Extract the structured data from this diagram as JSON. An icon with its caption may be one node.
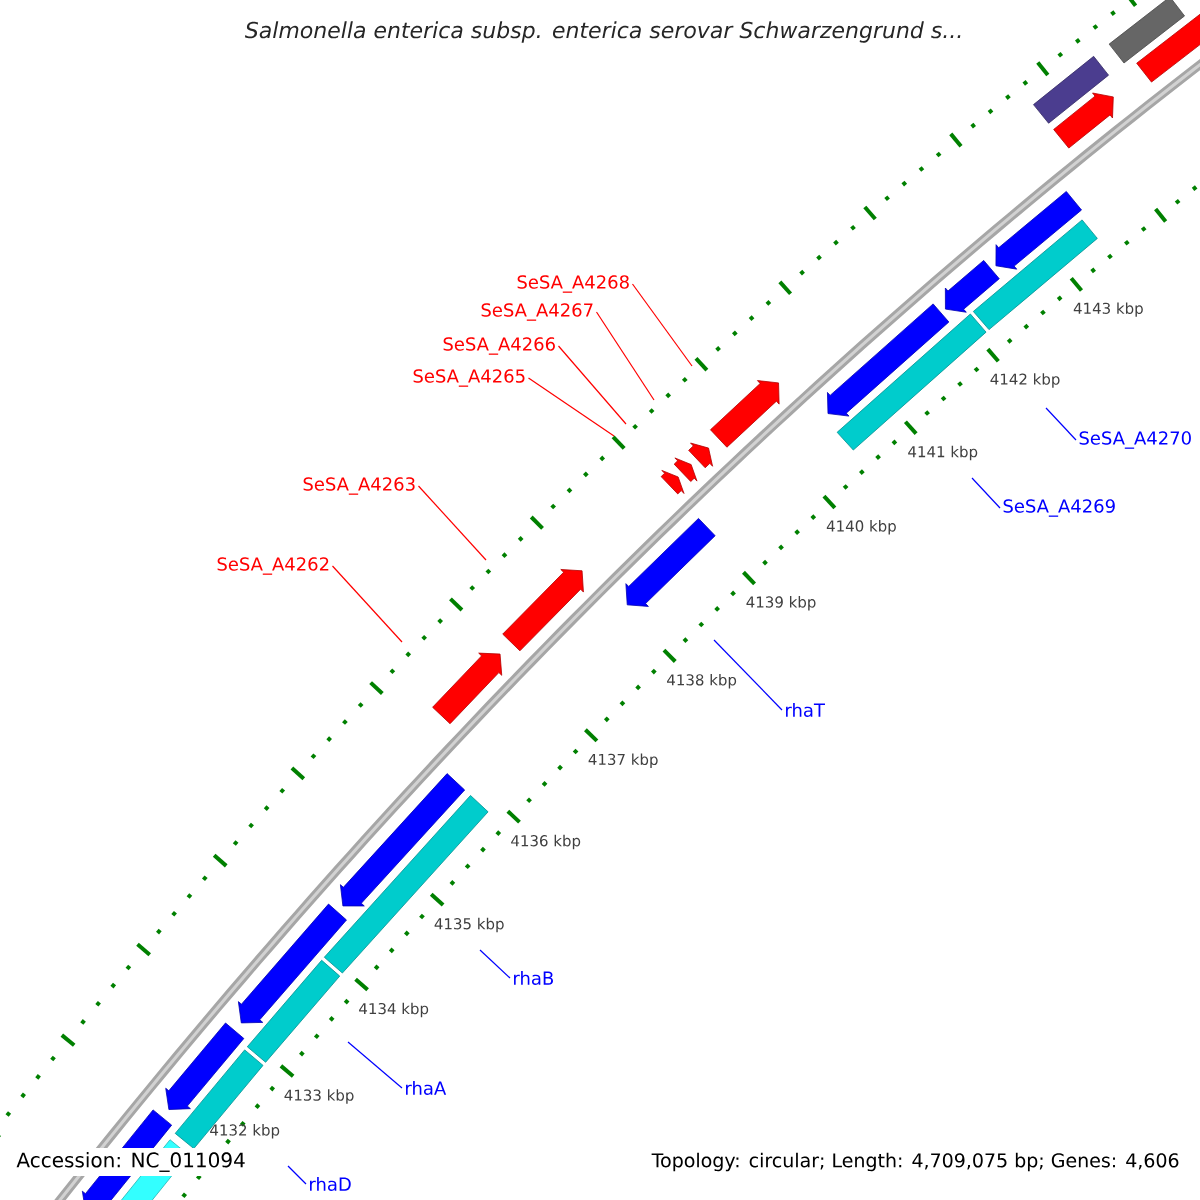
{
  "diagram": {
    "title": "Salmonella enterica subsp. enterica serovar Schwarzengrund s...",
    "nodes": [
      {
        "text": [
          "SeSA_A4268"
        ]
      },
      {
        "text": [
          "SeSA_A4267"
        ]
      },
      {
        "text": [
          "SeSA_A4266"
        ]
      },
      {
        "text": [
          "SeSA_A4265"
        ]
      },
      {
        "text": [
          "SeSA_A4270"
        ]
      },
      {
        "text": [
          "SeSA_A4263"
        ]
      },
      {
        "text": [
          "SeSA_A4269"
        ]
      },
      {
        "text": [
          "SeSA_A4262"
        ]
      },
      {
        "text": [
          "rhaT"
        ]
      },
      {
        "text": [
          "rhaB"
        ]
      },
      {
        "text": [
          "rhaA"
        ]
      },
      {
        "text": [
          "rhaD"
        ]
      }
    ],
    "edges": [
      {
        "from": 0,
        "to": null,
        "arrow": "none",
        "color": "#ff0000"
      },
      {
        "from": 1,
        "to": null,
        "arrow": "none",
        "color": "#ff0000"
      },
      {
        "from": 2,
        "to": null,
        "arrow": "none",
        "color": "#ff0000"
      },
      {
        "from": 3,
        "to": null,
        "arrow": "none",
        "color": "#ff0000"
      },
      {
        "from": 4,
        "to": null,
        "arrow": "none",
        "color": "#0000ff"
      },
      {
        "from": 5,
        "to": null,
        "arrow": "none",
        "color": "#ff0000"
      },
      {
        "from": 6,
        "to": null,
        "arrow": "none",
        "color": "#0000ff"
      },
      {
        "from": 7,
        "to": null,
        "arrow": "none",
        "color": "#ff0000"
      },
      {
        "from": 8,
        "to": null,
        "arrow": "none",
        "color": "#0000ff"
      },
      {
        "from": 9,
        "to": null,
        "arrow": "none",
        "color": "#0000ff"
      },
      {
        "from": 10,
        "to": null,
        "arrow": "none",
        "color": "#0000ff"
      },
      {
        "from": 11,
        "to": null,
        "arrow": "none",
        "color": "#0000ff"
      }
    ],
    "labels": [
      "4143 kbp",
      "4142 kbp",
      "4141 kbp",
      "4140 kbp",
      "4139 kbp",
      "4138 kbp",
      "4137 kbp",
      "4136 kbp",
      "4135 kbp",
      "4134 kbp",
      "4133 kbp",
      "4132 kbp",
      "Accession: NC_011094",
      "Topology: circular; Length: 4,709,075 bp; Genes: 4,606"
    ]
  }
}
